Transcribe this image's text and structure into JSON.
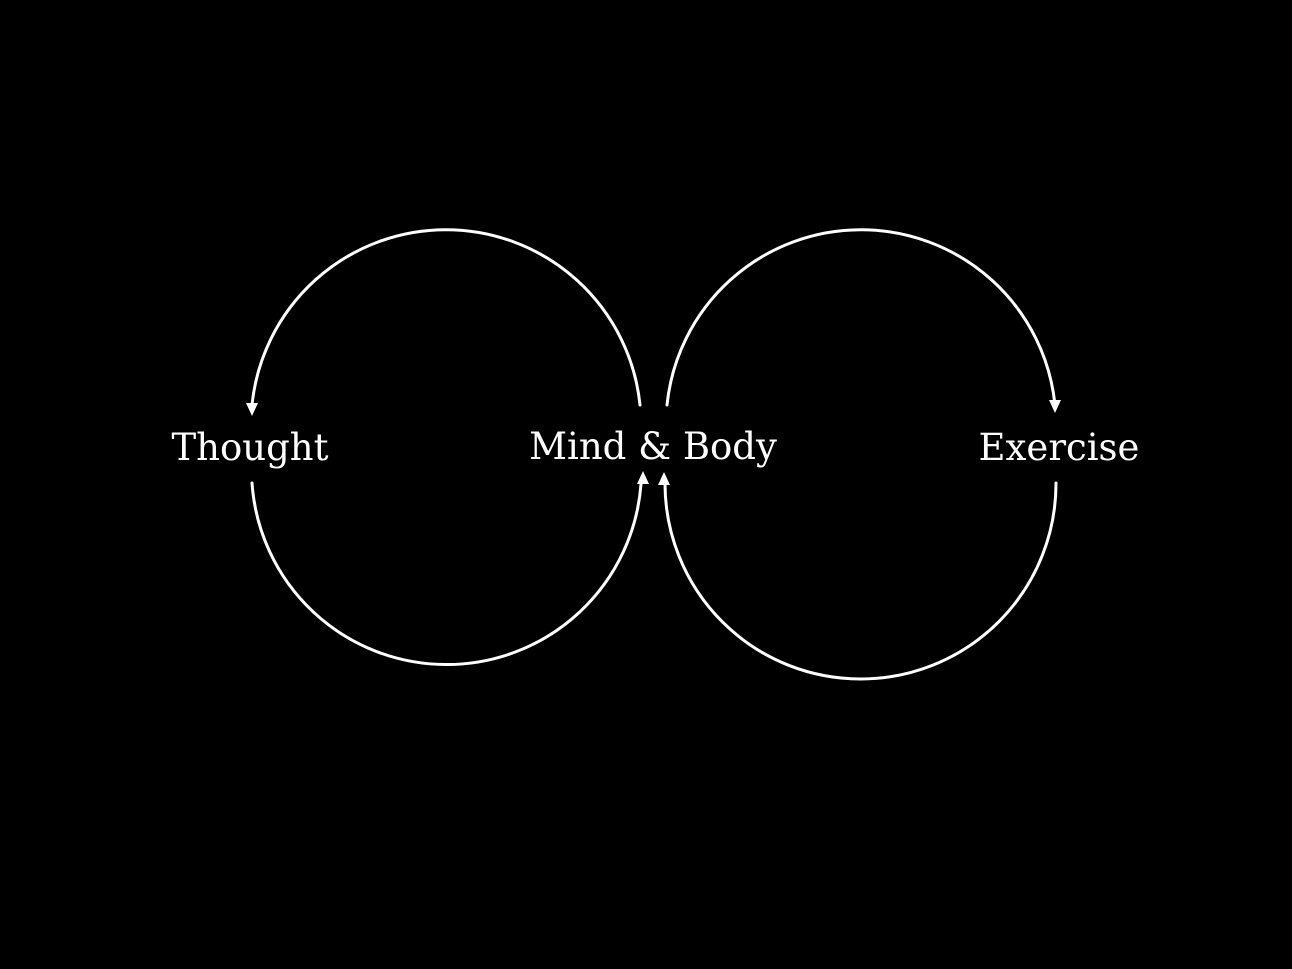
{
  "diagram": {
    "nodes": {
      "left": "Thought",
      "center": "Mind & Body",
      "right": "Exercise"
    },
    "edges": [
      {
        "from": "Mind & Body",
        "to": "Thought",
        "loop": "left",
        "path": "top"
      },
      {
        "from": "Thought",
        "to": "Mind & Body",
        "loop": "left",
        "path": "bottom"
      },
      {
        "from": "Mind & Body",
        "to": "Exercise",
        "loop": "right",
        "path": "top"
      },
      {
        "from": "Exercise",
        "to": "Mind & Body",
        "loop": "right",
        "path": "bottom"
      }
    ],
    "colors": {
      "background": "#000000",
      "foreground": "#ffffff"
    }
  }
}
